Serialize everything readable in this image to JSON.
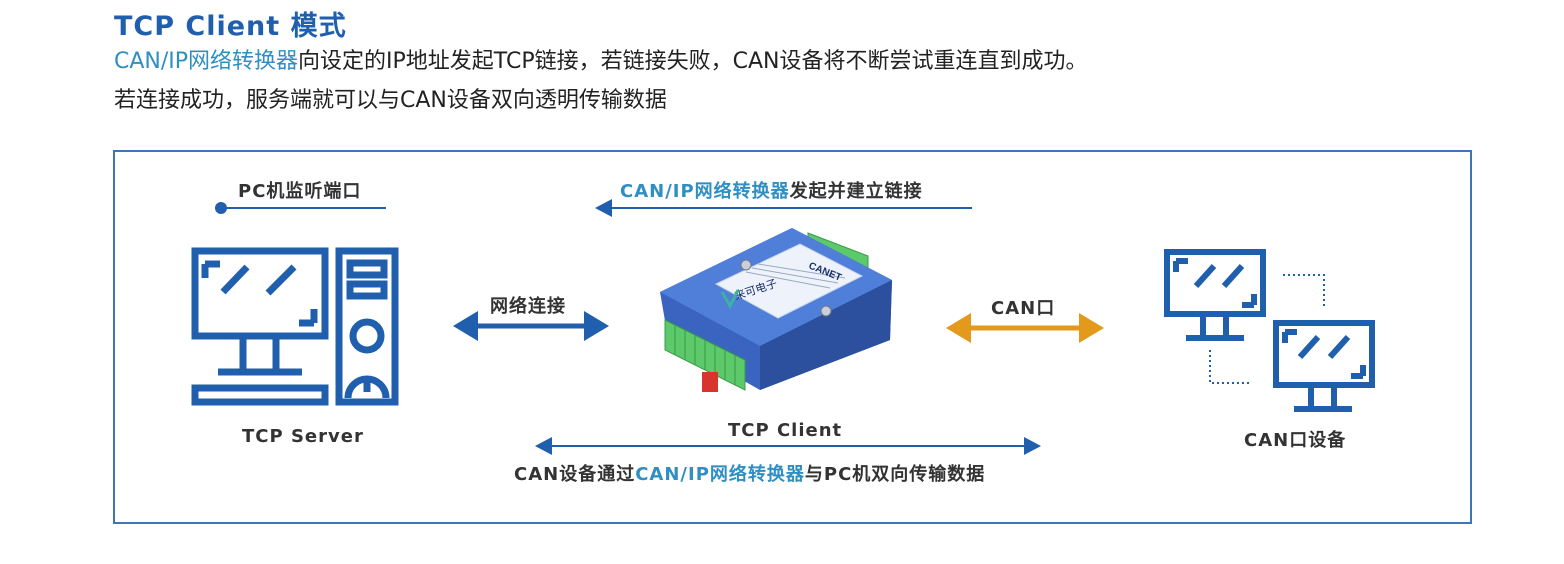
{
  "header": {
    "title": "TCP Client 模式",
    "line1_highlight": "CAN/IP网络转换器",
    "line1_rest": "向设定的IP地址发起TCP链接，若链接失败，CAN设备将不断尝试重连直到成功。",
    "line2": "若连接成功，服务端就可以与CAN设备双向透明传输数据"
  },
  "diagram": {
    "pc_listen_label": "PC机监听端口",
    "converter_initiates_highlight": "CAN/IP网络转换器",
    "converter_initiates_rest": "发起并建立链接",
    "network_label": "网络连接",
    "can_port_label": "CAN口",
    "server_label": "TCP Server",
    "client_label": "TCP Client",
    "can_device_label": "CAN口设备",
    "bottom_pre": "CAN设备通过",
    "bottom_highlight": "CAN/IP网络转换器",
    "bottom_post": "与PC机双向传输数据",
    "device_brand": "CANET",
    "device_logo_text": "来可电子"
  },
  "colors": {
    "primary_blue": "#1f5fae",
    "highlight_cyan": "#2f8fc3",
    "arrow_orange": "#e39a1c",
    "frame_blue": "#3f74b5",
    "device_blue": "#3a64c0",
    "terminal_green": "#5cc96a"
  },
  "icons": [
    "computer-tower-icon",
    "monitor-icon",
    "network-converter-device"
  ]
}
